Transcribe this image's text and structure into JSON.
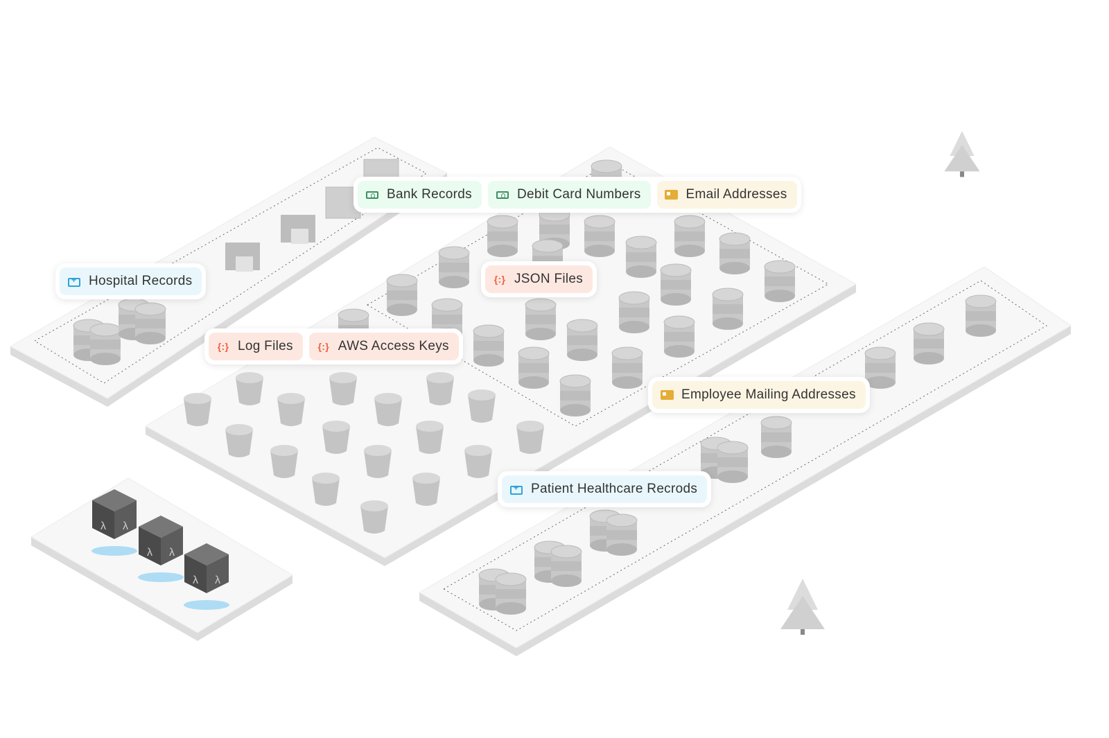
{
  "labels": {
    "bank_records": {
      "text": "Bank Records",
      "icon": "banknote-icon",
      "color": "#3f8f62"
    },
    "debit_card_numbers": {
      "text": "Debit Card Numbers",
      "icon": "banknote-icon",
      "color": "#3f8f62"
    },
    "email_addresses": {
      "text": "Email Addresses",
      "icon": "id-card-icon",
      "color": "#e5ad35"
    },
    "hospital_records": {
      "text": "Hospital Records",
      "icon": "medical-kit-icon",
      "color": "#2fa3da"
    },
    "json_files": {
      "text": "JSON Files",
      "icon": "code-braces-icon",
      "color": "#f0603f"
    },
    "log_files": {
      "text": "Log Files",
      "icon": "code-braces-icon",
      "color": "#f0603f"
    },
    "aws_access_keys": {
      "text": "AWS Access Keys",
      "icon": "code-braces-icon",
      "color": "#f0603f"
    },
    "employee_mailing_addresses": {
      "text": "Employee Mailing Addresses",
      "icon": "id-card-icon",
      "color": "#e5ad35"
    },
    "patient_healthcare_records": {
      "text": "Patient Healthcare Recrods",
      "icon": "medical-kit-icon",
      "color": "#2fa3da"
    }
  },
  "icons": {
    "braces": "{:}",
    "lambda": "λ"
  }
}
